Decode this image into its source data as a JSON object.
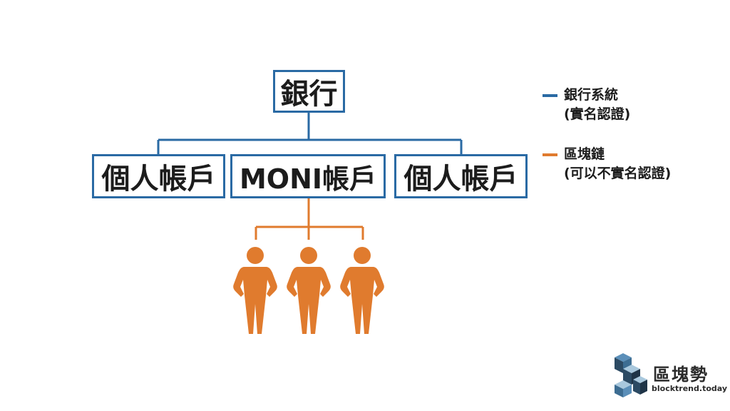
{
  "diagram": {
    "bank_label": "銀行",
    "accounts": [
      "個人帳戶",
      "MONI帳戶",
      "個人帳戶"
    ],
    "users": [
      "person-icon",
      "person-icon",
      "person-icon"
    ]
  },
  "legend": {
    "items": [
      {
        "line1": "銀行系統",
        "line2": "(實名認證)",
        "color": "#2a6aa4"
      },
      {
        "line1": "區塊鏈",
        "line2": "(可以不實名認證)",
        "color": "#e07b2e"
      }
    ]
  },
  "colors": {
    "bank_system": "#2a6aa4",
    "blockchain": "#e07b2e"
  },
  "logo": {
    "name": "區塊勢",
    "url": "blocktrend.today"
  }
}
